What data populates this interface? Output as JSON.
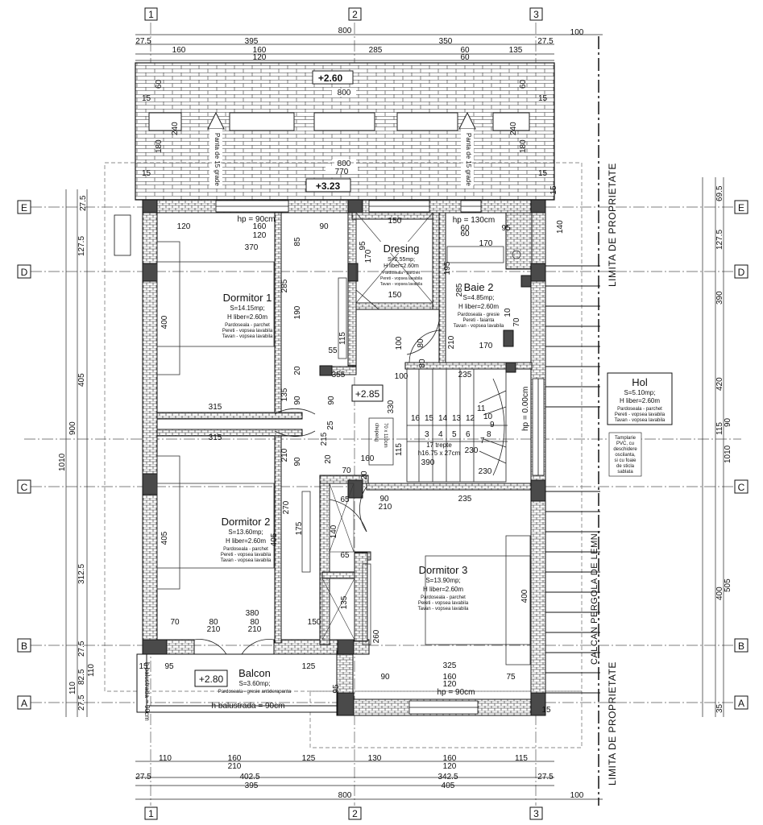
{
  "axes": {
    "cols": [
      "1",
      "2",
      "3"
    ],
    "rows": [
      "E",
      "D",
      "C",
      "B",
      "A"
    ]
  },
  "dims_top": {
    "total": "800",
    "r1": [
      "27.5",
      "395",
      "350",
      "27.5"
    ],
    "r1b": "100",
    "r2": [
      "160",
      "160",
      "285",
      "60",
      "135"
    ],
    "r3": [
      "120",
      "60"
    ]
  },
  "dims_bottom": {
    "r1": [
      "110",
      "160",
      "125",
      "130",
      "160",
      "115"
    ],
    "r1b": [
      "210",
      "120"
    ],
    "r2": [
      "27.5",
      "402.5",
      "342.5",
      "27.5"
    ],
    "r3": [
      "395",
      "405"
    ],
    "total": "800",
    "r3b": "100"
  },
  "dims_left": [
    "27.5",
    "127.5",
    "405",
    "900",
    "1010",
    "312.5",
    "27.5",
    "82.5",
    "110",
    "110",
    "27.5"
  ],
  "dims_right": [
    "69.5",
    "127.5",
    "390",
    "420",
    "115",
    "90",
    "1010",
    "505",
    "400",
    "35",
    "140"
  ],
  "levels": {
    "roof_top": "+2.60",
    "roof_bottom": "+3.23",
    "hall": "+2.85",
    "balcony": "+2.80",
    "stair": "hp = 0.00cm"
  },
  "roof": {
    "dims": [
      "800",
      "800",
      "770",
      "60",
      "60",
      "240",
      "180",
      "240",
      "180",
      "15",
      "15",
      "15",
      "15"
    ],
    "slope_left": "Panta de 15 grade",
    "slope_right": "Panta de 15 grade"
  },
  "rooms": {
    "dormitor1": {
      "name": "Dormitor 1",
      "area": "S=14.15mp;",
      "height": "H liber=2.60m",
      "floor": "Pardoseala - parchet",
      "walls": "Pereti - vopsea lavabila",
      "ceiling": "Tavan - vopsea lavabila"
    },
    "dormitor2": {
      "name": "Dormitor 2",
      "area": "S=13.60mp;",
      "height": "H liber=2.60m",
      "floor": "Pardoseala - parchet",
      "walls": "Pereti - vopsea lavabila",
      "ceiling": "Tavan - vopsea lavabila"
    },
    "dormitor3": {
      "name": "Dormitor 3",
      "area": "S=13.90mp;",
      "height": "H liber=2.60m",
      "floor": "Pardoseala - parchet",
      "walls": "Pereti - vopsea lavabila",
      "ceiling": "Tavan - vopsea lavabila"
    },
    "dresing": {
      "name": "Dresing",
      "area": "S=2.55mp;",
      "height": "H liber=2.60m",
      "floor": "Pardoseala - parchet",
      "walls": "Pereti - vopsea lavabila",
      "ceiling": "Tavan - vopsea lavabila"
    },
    "baie2": {
      "name": "Baie 2",
      "area": "S=4.85mp;",
      "height": "H liber=2.60m",
      "floor": "Pardoseala - gresie",
      "walls": "Pereti - faianta",
      "ceiling": "Tavan - vopsea lavabila"
    },
    "hol": {
      "name": "Hol",
      "area": "S=5.10mp;",
      "height": "H liber=2.60m",
      "floor": "Pardoseala - parchet",
      "walls": "Pereti - vopsea lavabila",
      "ceiling": "Tavan - vopsea lavabila"
    },
    "balcon": {
      "name": "Balcon",
      "area": "S=3.60mp;",
      "floor": "Pardoseala - gresie antiderapanta"
    }
  },
  "notes": {
    "hp90_top": "hp = 90cm",
    "hp130": "hp = 130cm",
    "hp90_bottom": "hp = 90cm",
    "balustrada": "h balustrada  = 90cm",
    "balustrada_v": "h balustrada = 90cm",
    "stairs": "17 trepte",
    "stairs_size": "h16.75 x 27cm",
    "hatch": "chepeng",
    "hatch_size": "70 x 110cm",
    "window": [
      "Tamplarie",
      "PVC, cu",
      "deschidere",
      "oscilanta,",
      "si cu foaie",
      "de sticla",
      "sablata"
    ],
    "limit_top": "LIMITA DE PROPRIETATE",
    "limit_bottom": "LIMITA DE PROPRIETATE",
    "pergola": "CALCAN PERGOLA DE LEMN"
  },
  "stair_numbers": [
    "16",
    "15",
    "14",
    "13",
    "12",
    "11",
    "10",
    "9",
    "8",
    "7",
    "6",
    "5",
    "4",
    "3"
  ],
  "interior_dims": [
    "120",
    "370",
    "160",
    "120",
    "90",
    "85",
    "285",
    "190",
    "115",
    "55",
    "355",
    "20",
    "135",
    "90",
    "90",
    "315",
    "315",
    "25",
    "215",
    "210",
    "90",
    "270",
    "175",
    "405",
    "140",
    "65",
    "65",
    "135",
    "260",
    "70",
    "80",
    "80",
    "210",
    "210",
    "380",
    "150",
    "95",
    "125",
    "95",
    "150",
    "170",
    "95",
    "150",
    "100",
    "80",
    "100",
    "80",
    "235",
    "235",
    "170",
    "60",
    "60",
    "95",
    "170",
    "330",
    "115",
    "160",
    "70",
    "20",
    "390",
    "230",
    "230",
    "90",
    "210",
    "325",
    "160",
    "120",
    "75",
    "90",
    "400",
    "400",
    "405",
    "285",
    "210",
    "195",
    "70",
    "10",
    "20",
    "15",
    "15",
    "15"
  ]
}
